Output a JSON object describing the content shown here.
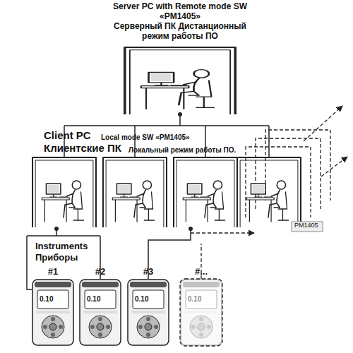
{
  "diagram": {
    "nodes": [
      {
        "text": [
          "Server PC with Remote mode SW «PM1405»",
          "Серверный ПК Дистанционный режим работы ПО"
        ]
      },
      {
        "text": [
          "#1"
        ]
      },
      {
        "text": [
          "#2"
        ]
      },
      {
        "text": [
          "#3"
        ]
      },
      {
        "text": [
          "#..."
        ]
      }
    ],
    "labels": [
      "Client PC",
      "Local mode SW «PM1405»",
      "Клиентские ПК",
      "Локальный режим работы ПО.",
      "Instruments",
      "Приборы",
      "0.10",
      "0.10",
      "0.10",
      "0.10",
      "PM1405"
    ]
  }
}
